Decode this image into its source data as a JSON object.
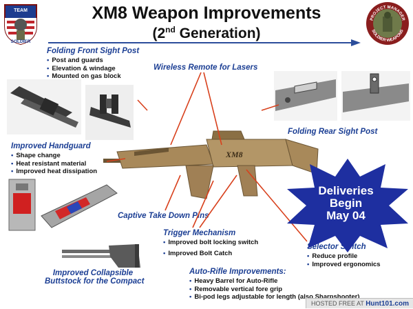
{
  "title": "XM8 Weapon Improvements",
  "subtitle_pre": "(2",
  "subtitle_sup": "nd",
  "subtitle_post": " Generation)",
  "left_logo": {
    "line1": "TEAM",
    "line2": "SOLDIER"
  },
  "right_logo": {
    "top_text": "PROJECT MANAGER",
    "bottom_text": "SOLDIER WEAPONS"
  },
  "labels": {
    "folding_front_sight": {
      "title": "Folding Front Sight Post",
      "bullets": [
        "Post and guards",
        "Elevation & windage",
        "Mounted on gas block"
      ]
    },
    "wireless_remote": {
      "title": "Wireless Remote for Lasers"
    },
    "folding_rear_sight": {
      "title": "Folding Rear Sight Post"
    },
    "improved_handguard": {
      "title": "Improved Handguard",
      "bullets": [
        "Shape change",
        "Heat resistant material",
        "Improved heat dissipation"
      ]
    },
    "captive_pins": {
      "title": "Captive Take Down Pins"
    },
    "trigger_mechanism": {
      "title": "Trigger Mechanism",
      "bullets": [
        "Improved bolt locking switch",
        "Improved Bolt Catch"
      ]
    },
    "selector_switch": {
      "title": "Selector Switch",
      "bullets": [
        "Reduce profile",
        "Improved ergonomics"
      ]
    },
    "buttstock": {
      "line1": "Improved Collapsible",
      "line2": "Buttstock for the Compact"
    },
    "auto_rifle": {
      "title": "Auto-Rifle Improvements:",
      "bullets": [
        "Heavy Barrel for Auto-Rifle",
        "Removable vertical fore grip",
        "Bi-pod legs adjustable for length (also Sharpshooter)"
      ]
    }
  },
  "deliveries": {
    "line1": "Deliveries",
    "line2": "Begin",
    "line3": "May 04"
  },
  "rifle_mark": "XM8",
  "footer": {
    "prefix": "HOSTED FREE AT ",
    "site": "Hunt101.com"
  },
  "colors": {
    "label_blue": "#1c3f94",
    "rifle_tan": "#a8895a",
    "arrow_red": "#d8401c",
    "star_blue": "#1e2fa0"
  }
}
